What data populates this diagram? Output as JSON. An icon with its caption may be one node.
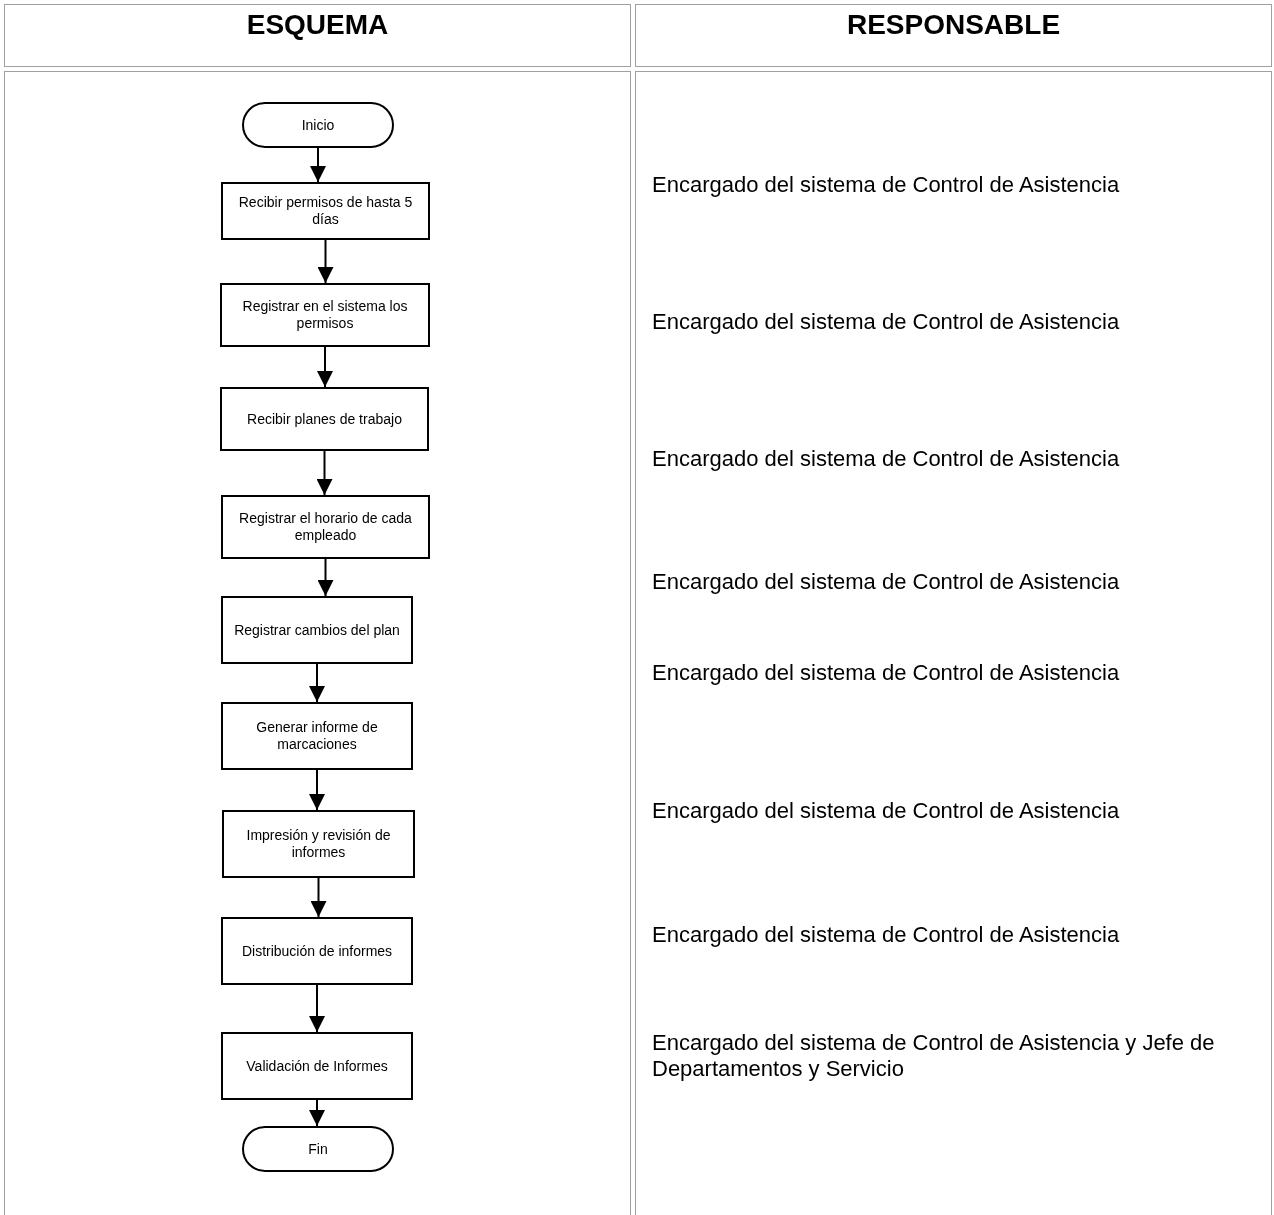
{
  "diagram": {
    "nodes": [
      {
        "text": [
          "Inicio"
        ]
      },
      {
        "text": [
          "Recibir permisos de hasta 5 días"
        ]
      },
      {
        "text": [
          "Registrar en el sistema los permisos"
        ]
      },
      {
        "text": [
          "Recibir planes de trabajo"
        ]
      },
      {
        "text": [
          "Registrar el horario de cada empleado"
        ]
      },
      {
        "text": [
          "Registrar cambios del plan"
        ]
      },
      {
        "text": [
          "Generar informe de marcaciones"
        ]
      },
      {
        "text": [
          "Impresión y revisión de informes"
        ]
      },
      {
        "text": [
          "Distribución de informes"
        ]
      },
      {
        "text": [
          "Validación de Informes"
        ]
      },
      {
        "text": [
          "Fin"
        ]
      }
    ],
    "edges": [
      {
        "from": 0,
        "to": 1,
        "arrow": "to"
      },
      {
        "from": 1,
        "to": 2,
        "arrow": "to"
      },
      {
        "from": 2,
        "to": 3,
        "arrow": "to"
      },
      {
        "from": 3,
        "to": 4,
        "arrow": "to"
      },
      {
        "from": 4,
        "to": 5,
        "arrow": "to"
      },
      {
        "from": 5,
        "to": 6,
        "arrow": "to"
      },
      {
        "from": 6,
        "to": 7,
        "arrow": "to"
      },
      {
        "from": 7,
        "to": 8,
        "arrow": "to"
      },
      {
        "from": 8,
        "to": 9,
        "arrow": "to"
      },
      {
        "from": 9,
        "to": 10,
        "arrow": "to"
      }
    ],
    "labels": [
      "ESQUEMA",
      "RESPONSABLE",
      "Encargado del sistema de Control de Asistencia",
      "Encargado del sistema de Control de Asistencia",
      "Encargado del sistema de Control de Asistencia",
      "Encargado del sistema de Control de Asistencia",
      "Encargado del sistema de Control de Asistencia",
      "Encargado del sistema de Control de Asistencia",
      "Encargado del sistema de Control de Asistencia",
      "Encargado del sistema de Control de Asistencia y Jefe de Departamentos y Servicio"
    ]
  }
}
